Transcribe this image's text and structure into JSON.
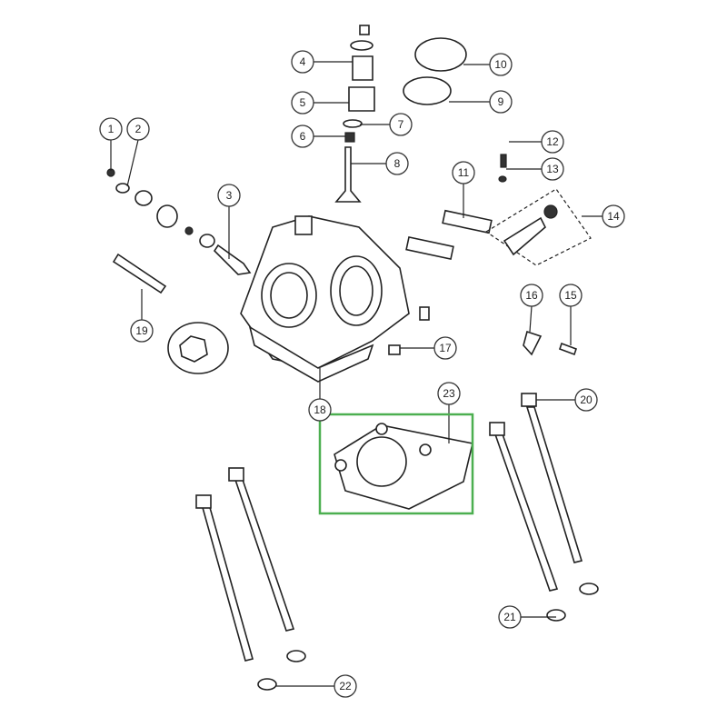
{
  "diagram": {
    "callouts": [
      {
        "label": "1"
      },
      {
        "label": "2"
      },
      {
        "label": "3"
      },
      {
        "label": "4"
      },
      {
        "label": "5"
      },
      {
        "label": "6"
      },
      {
        "label": "7"
      },
      {
        "label": "8"
      },
      {
        "label": "9"
      },
      {
        "label": "10"
      },
      {
        "label": "11"
      },
      {
        "label": "12"
      },
      {
        "label": "13"
      },
      {
        "label": "14"
      },
      {
        "label": "15"
      },
      {
        "label": "16"
      },
      {
        "label": "17"
      },
      {
        "label": "18"
      },
      {
        "label": "19"
      },
      {
        "label": "20"
      },
      {
        "label": "21"
      },
      {
        "label": "22"
      },
      {
        "label": "23"
      }
    ],
    "highlight": {
      "part": "23",
      "color": "#4caf50"
    }
  }
}
